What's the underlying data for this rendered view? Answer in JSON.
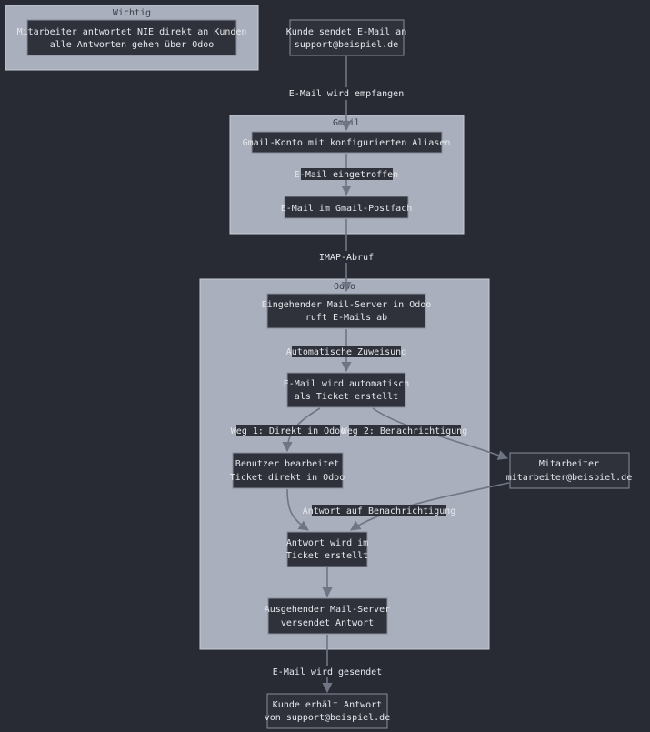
{
  "clusters": {
    "wichtig": "Wichtig",
    "gmail": "Gmail",
    "odoo": "Odoo"
  },
  "nodes": {
    "hinweis": [
      "Mitarbeiter antwortet NIE direkt an Kunden",
      "alle Antworten gehen über Odoo"
    ],
    "kunde_sendet": [
      "Kunde sendet E-Mail an",
      "support@beispiel.de"
    ],
    "gmail_konto": [
      "Gmail-Konto mit konfigurierten Aliasen"
    ],
    "gmail_postfach": [
      "E-Mail im Gmail-Postfach"
    ],
    "eingehender_server": [
      "Eingehender Mail-Server in Odoo",
      "ruft E-Mails ab"
    ],
    "ticket_erstellt": [
      "E-Mail wird automatisch",
      "als Ticket erstellt"
    ],
    "benutzer_bearbeitet": [
      "Benutzer bearbeitet",
      "Ticket direkt in Odoo"
    ],
    "mitarbeiter": [
      "Mitarbeiter",
      "mitarbeiter@beispiel.de"
    ],
    "antwort_ticket": [
      "Antwort wird im",
      "Ticket erstellt"
    ],
    "ausgehender_server": [
      "Ausgehender Mail-Server",
      "versendet Antwort"
    ],
    "kunde_erhaelt": [
      "Kunde erhält Antwort",
      "von support@beispiel.de"
    ]
  },
  "edges": {
    "empfangen": "E-Mail wird empfangen",
    "eingetroffen": "E-Mail eingetroffen",
    "imap": "IMAP-Abruf",
    "zuweisung": "Automatische Zuweisung",
    "weg1": "Weg 1: Direkt in Odoo",
    "weg2": "Weg 2: Benachrichtigung",
    "antwort_benachrichtigung": "Antwort auf Benachrichtigung",
    "gesendet": "E-Mail wird gesendet"
  },
  "colors": {
    "background": "#282b34",
    "cluster_fill": "#a9afbc",
    "node_fill": "#2f323b",
    "edge": "#6f7585"
  }
}
